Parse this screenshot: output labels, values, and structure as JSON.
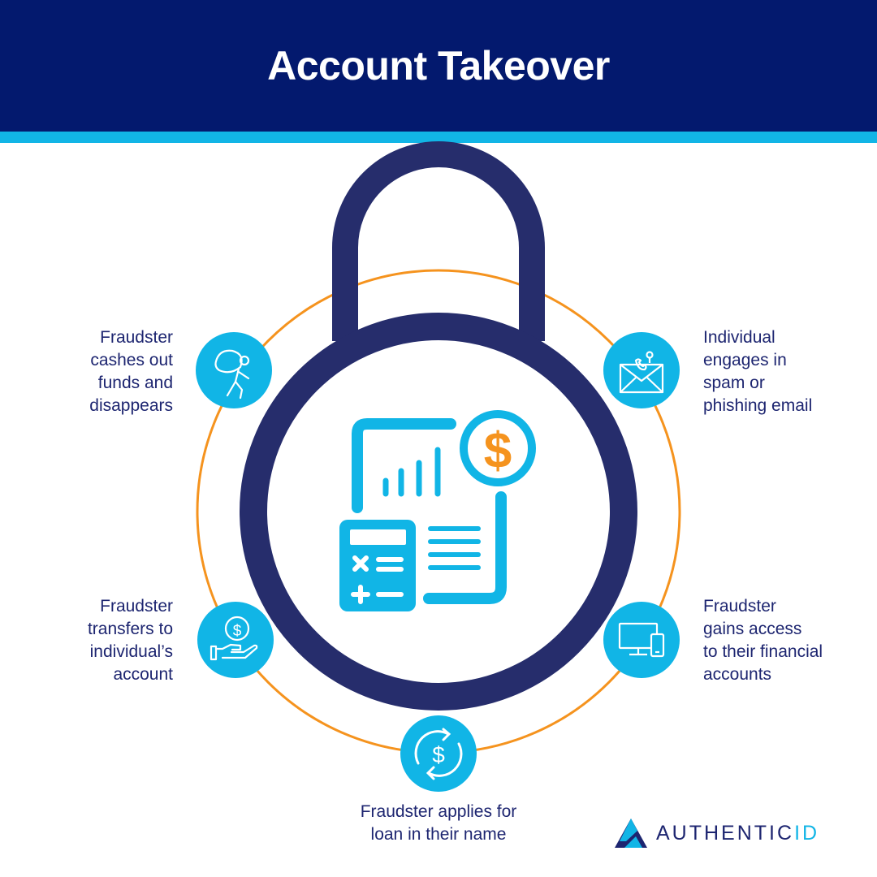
{
  "title": "Account Takeover",
  "steps": [
    {
      "id": "phishing",
      "icon": "envelope-icon",
      "lines": [
        "Individual",
        "engages in",
        "spam or",
        "phishing email"
      ]
    },
    {
      "id": "access",
      "icon": "devices-icon",
      "lines": [
        "Fraudster",
        "gains access",
        "to their financial",
        "accounts"
      ]
    },
    {
      "id": "loan",
      "icon": "dollar-cycle-icon",
      "lines": [
        "Fraudster applies for",
        "loan in their name"
      ]
    },
    {
      "id": "transfer",
      "icon": "hand-coin-icon",
      "lines": [
        "Fraudster",
        "transfers to",
        "individual’s",
        "account"
      ]
    },
    {
      "id": "cashout",
      "icon": "thief-icon",
      "lines": [
        "Fraudster",
        "cashes out",
        "funds and",
        "disappears"
      ]
    }
  ],
  "center_icon": "finance-documents-icon",
  "center_symbol": "$",
  "lock_icon": "padlock-icon",
  "brand": {
    "part1": "AUTHENTIC",
    "part2": "ID",
    "logo": "authenticid-logo-icon"
  },
  "colors": {
    "navy": "#03196e",
    "lock": "#262d6c",
    "cyan": "#11b5e6",
    "orange": "#f5931e",
    "text": "#1d2570"
  }
}
